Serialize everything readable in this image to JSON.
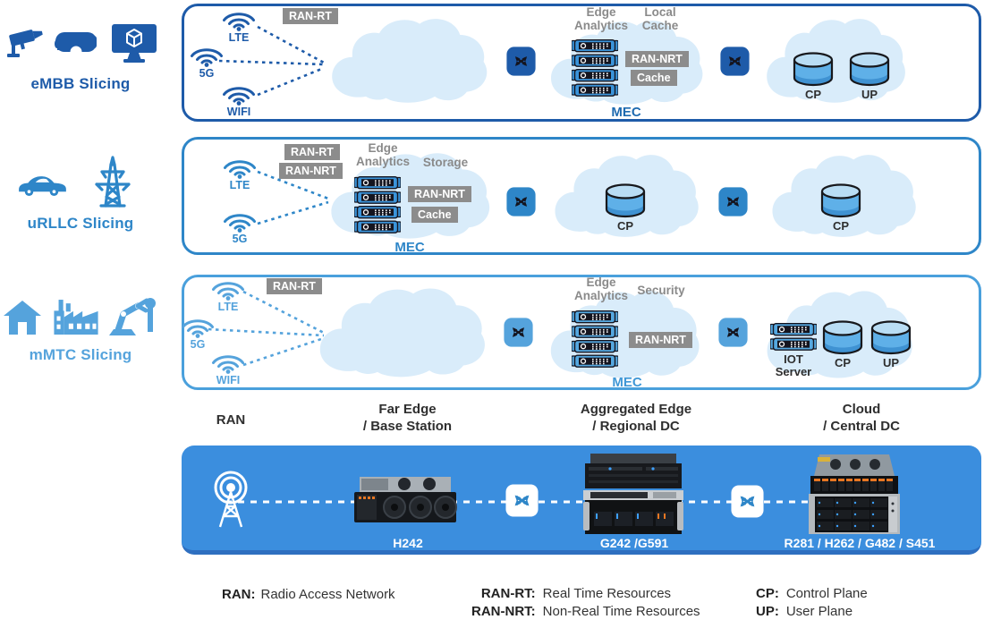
{
  "colors": {
    "embb_accent": "#1e5ba9",
    "urllc_accent": "#2e86c8",
    "mmtc_accent": "#55a3dc",
    "cloud_fill": "#d9ecfa",
    "gray_tag": "#8c8c8c",
    "gray_text": "#8a8a8a",
    "banner_blue": "#3b8ede",
    "db_body": "#5fb0e8",
    "dark_text": "#2e2e2e"
  },
  "icons": {
    "radio": "wifi-signal-icon",
    "switch": "network-switch-icon",
    "cloud": "cloud-shape",
    "server": "rack-server-icon",
    "database": "database-cylinder-icon",
    "antenna": "radio-tower-icon"
  },
  "slices": [
    {
      "label": "eMBB Slicing",
      "devices": [
        "cctv-camera",
        "vr-headset",
        "monitor-3d-cube"
      ],
      "radios": [
        "LTE",
        "5G",
        "WIFI"
      ],
      "ran_tags": [
        "RAN-RT"
      ],
      "mec": {
        "heading_left": "Edge Analytics",
        "heading_right": "Local Cache",
        "tags": [
          "RAN-NRT",
          "Cache"
        ],
        "caption": "MEC"
      },
      "cloud_right": {
        "databases": [
          "CP",
          "UP"
        ]
      }
    },
    {
      "label": "uRLLC Slicing",
      "devices": [
        "car",
        "power-tower"
      ],
      "radios": [
        "LTE",
        "5G"
      ],
      "ran_tags": [
        "RAN-RT",
        "RAN-NRT"
      ],
      "mec": {
        "heading_left": "Edge Analytics",
        "heading_right": "Storage",
        "tags": [
          "RAN-NRT",
          "Cache"
        ],
        "caption": "MEC"
      },
      "cloud_mid": {
        "databases": [
          "CP"
        ]
      },
      "cloud_right": {
        "databases": [
          "CP"
        ]
      }
    },
    {
      "label": "mMTC Slicing",
      "devices": [
        "house",
        "factory",
        "robot-arm"
      ],
      "radios": [
        "LTE",
        "5G",
        "WIFI"
      ],
      "ran_tags": [
        "RAN-RT"
      ],
      "mec": {
        "heading_left": "Edge Analytics",
        "heading_right": "Security",
        "tags": [
          "RAN-NRT"
        ],
        "caption": "MEC"
      },
      "cloud_right": {
        "iot_line1": "IOT",
        "iot_line2": "Server",
        "databases": [
          "CP",
          "UP"
        ]
      }
    }
  ],
  "columns": [
    {
      "line1": "RAN",
      "line2": ""
    },
    {
      "line1": "Far Edge",
      "line2": "/ Base Station"
    },
    {
      "line1": "Aggregated Edge",
      "line2": "/ Regional DC"
    },
    {
      "line1": "Cloud",
      "line2": "/ Central DC"
    }
  ],
  "hardware": {
    "items": [
      {
        "model": "H242"
      },
      {
        "model": "G242 /G591"
      },
      {
        "model": "R281 / H262 / G482 / S451"
      }
    ]
  },
  "legend": [
    {
      "key": "RAN:",
      "value": "Radio Access Network"
    },
    {
      "key": "RAN-RT:",
      "value": "Real Time Resources"
    },
    {
      "key": "RAN-NRT:",
      "value": "Non-Real Time Resources"
    },
    {
      "key": "CP:",
      "value": "Control Plane"
    },
    {
      "key": "UP:",
      "value": "User Plane"
    }
  ]
}
